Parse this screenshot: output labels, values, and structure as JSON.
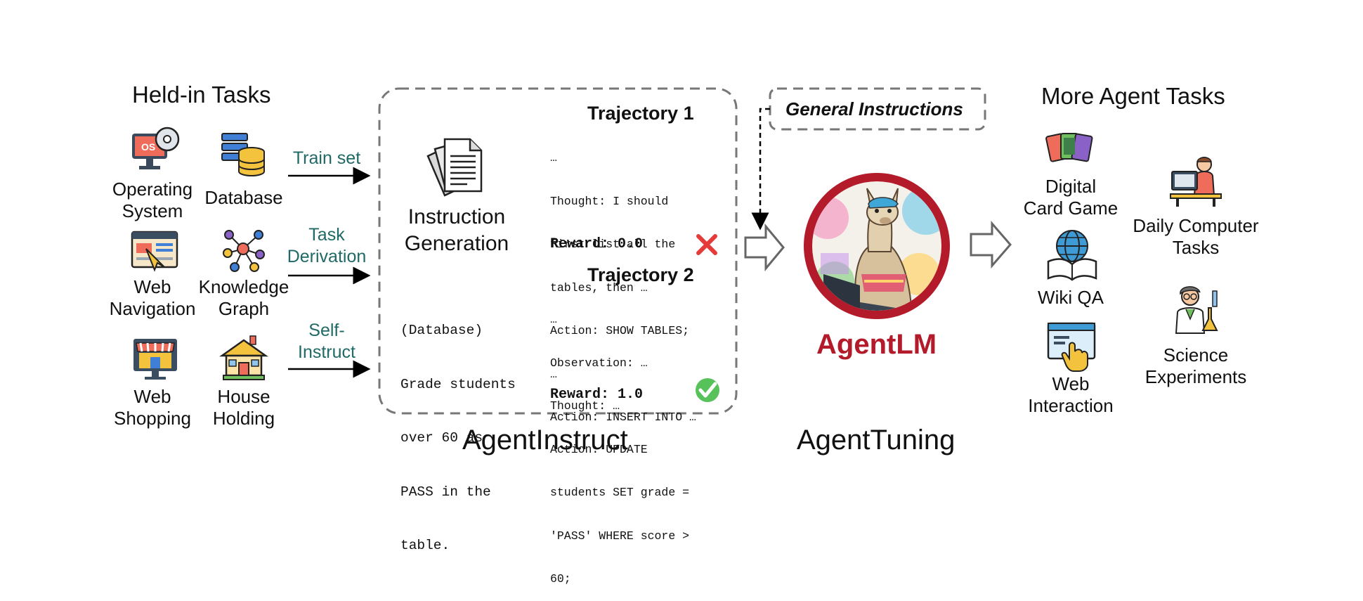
{
  "held_in": {
    "title": "Held-in Tasks",
    "tasks": [
      {
        "label_lines": [
          "Operating",
          "System"
        ],
        "icon": "operating-system-icon"
      },
      {
        "label_lines": [
          "Database"
        ],
        "icon": "database-icon"
      },
      {
        "label_lines": [
          "Web",
          "Navigation"
        ],
        "icon": "web-navigation-icon"
      },
      {
        "label_lines": [
          "Knowledge",
          "Graph"
        ],
        "icon": "knowledge-graph-icon"
      },
      {
        "label_lines": [
          "Web",
          "Shopping"
        ],
        "icon": "web-shopping-icon"
      },
      {
        "label_lines": [
          "House",
          "Holding"
        ],
        "icon": "house-holding-icon"
      }
    ]
  },
  "arrows": [
    {
      "label_lines": [
        "Train set"
      ]
    },
    {
      "label_lines": [
        "Task",
        "Derivation"
      ]
    },
    {
      "label_lines": [
        "Self-",
        "Instruct"
      ]
    }
  ],
  "agentinstruct": {
    "title": "AgentInstruct",
    "instruction_generation_lines": [
      "Instruction",
      "Generation"
    ],
    "example_lines": [
      "(Database)",
      "Grade students",
      "over 60 as",
      "PASS in the",
      "table."
    ],
    "trajectory1": {
      "title": "Trajectory 1",
      "lines": [
        "…",
        "Thought: I should",
        "first list all the",
        "tables, then …",
        "Action: SHOW TABLES;",
        "…",
        "Action: INSERT INTO …"
      ],
      "reward": "Reward: 0.0",
      "result_icon": "red-cross-icon"
    },
    "trajectory2": {
      "title": "Trajectory 2",
      "lines": [
        "…",
        "Observation: …",
        "Thought: …",
        "Action: UPDATE",
        "students SET grade =",
        "'PASS' WHERE score >",
        "60;"
      ],
      "reward": "Reward: 1.0",
      "result_icon": "green-check-icon"
    }
  },
  "general_instructions": "General Instructions",
  "agenttuning": {
    "title": "AgentTuning",
    "model_name": "AgentLM",
    "model_icon": "llama-avatar-icon"
  },
  "more_tasks": {
    "title": "More Agent Tasks",
    "tasks": [
      {
        "label_lines": [
          "Digital",
          "Card Game"
        ],
        "icon": "card-game-icon"
      },
      {
        "label_lines": [
          "Daily Computer",
          "Tasks"
        ],
        "icon": "daily-computer-icon"
      },
      {
        "label_lines": [
          "Wiki QA"
        ],
        "icon": "wiki-qa-icon"
      },
      {
        "label_lines": [
          "Science",
          "Experiments"
        ],
        "icon": "science-experiments-icon"
      },
      {
        "label_lines": [
          "Web",
          "Interaction"
        ],
        "icon": "web-interaction-icon"
      }
    ]
  },
  "colors": {
    "teal": "#1f6a67",
    "brand_red": "#b31b2b",
    "dashed_border": "#777777"
  }
}
